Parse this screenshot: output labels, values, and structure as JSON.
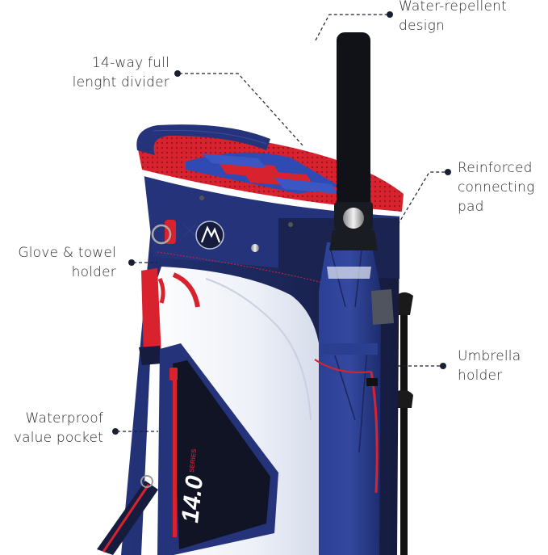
{
  "product": {
    "type": "golf stand bag",
    "pocket_print": "14.0",
    "pocket_print_sub": "SERIES",
    "colors": {
      "navy": "#1f2d6b",
      "dark_navy": "#151c3e",
      "red": "#d8232f",
      "white": "#f3f5fa",
      "royal_blue": "#2f4bb3",
      "black": "#111111",
      "leader_line": "#1a1f33"
    }
  },
  "callouts": [
    {
      "id": "water-repellent",
      "lines": [
        "Water-repellent",
        "design"
      ]
    },
    {
      "id": "divider",
      "lines": [
        "14-way full",
        "lenght divider"
      ]
    },
    {
      "id": "connecting-pad",
      "lines": [
        "Reinforced",
        "connecting",
        "pad"
      ]
    },
    {
      "id": "glove-towel",
      "lines": [
        "Glove & towel",
        "holder"
      ]
    },
    {
      "id": "umbrella-holder",
      "lines": [
        "Umbrella",
        "holder"
      ]
    },
    {
      "id": "waterproof-pocket",
      "lines": [
        "Waterproof",
        "value pocket"
      ]
    }
  ]
}
